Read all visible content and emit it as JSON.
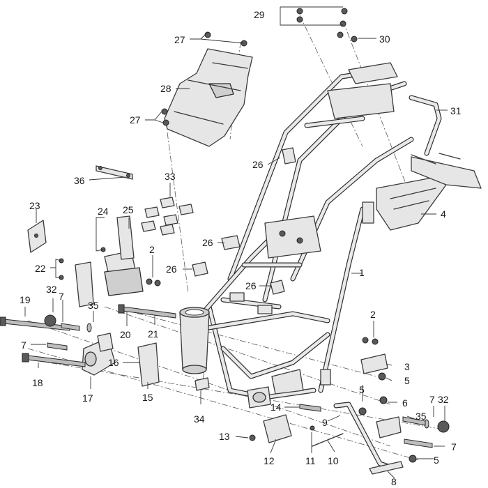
{
  "diagram": {
    "labels": {
      "l1": "1",
      "l2a": "2",
      "l2b": "2",
      "l3": "3",
      "l4": "4",
      "l5a": "5",
      "l5b": "5",
      "l5c": "5",
      "l6": "6",
      "l7a": "7",
      "l7b": "7",
      "l7c": "7",
      "l7d": "7",
      "l8": "8",
      "l9": "9",
      "l10": "10",
      "l11": "11",
      "l12": "12",
      "l13": "13",
      "l14": "14",
      "l15": "15",
      "l16": "16",
      "l17": "17",
      "l18": "18",
      "l19": "19",
      "l20": "20",
      "l21": "21",
      "l22": "22",
      "l23": "23",
      "l24": "24",
      "l25": "25",
      "l26a": "26",
      "l26b": "26",
      "l26c": "26",
      "l26d": "26",
      "l27a": "27",
      "l27b": "27",
      "l28": "28",
      "l29": "29",
      "l30": "30",
      "l31": "31",
      "l32a": "32",
      "l32b": "32",
      "l33": "33",
      "l34": "34",
      "l35a": "35",
      "l35b": "35",
      "l36": "36"
    }
  }
}
